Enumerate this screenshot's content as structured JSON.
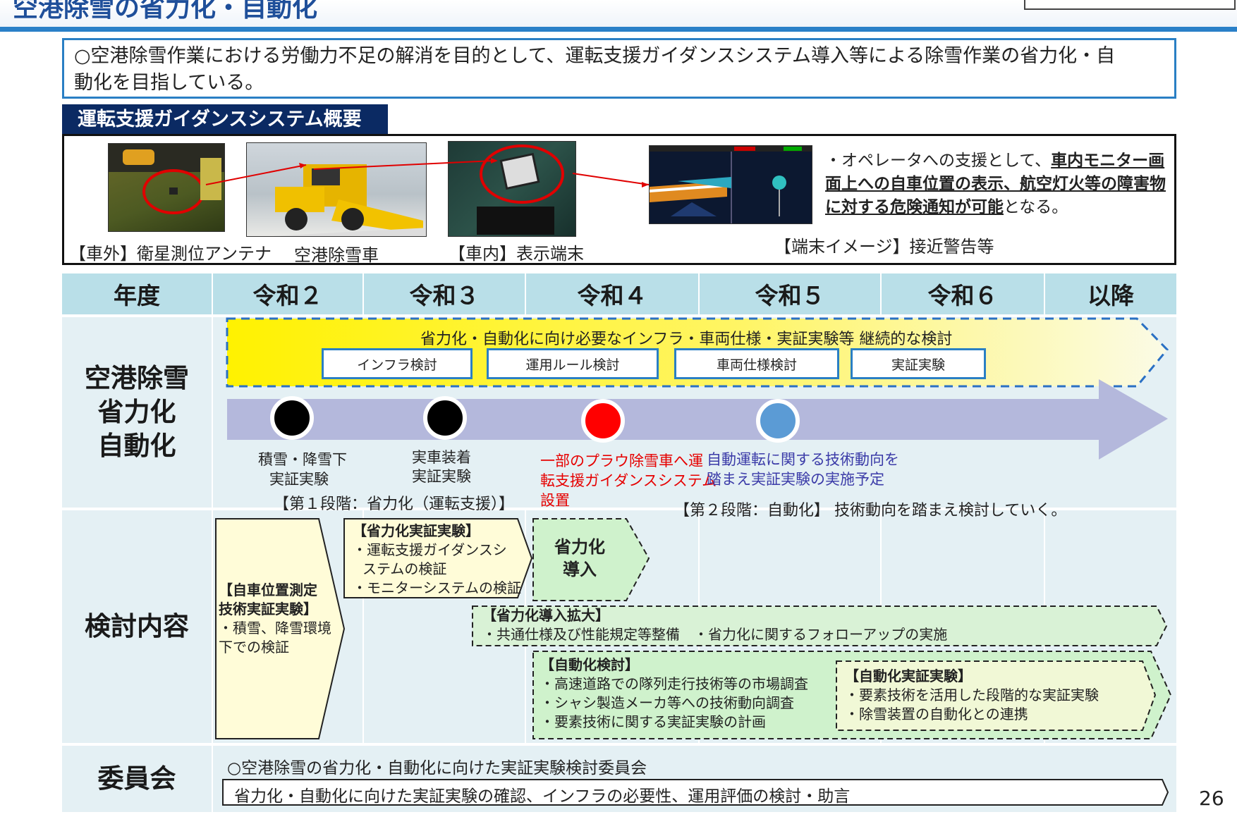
{
  "header": {
    "title": "空港除雪の省力化・自動化"
  },
  "intro": {
    "text_line1": "○空港除雪作業における労働力不足の解消を目的として、運転支援ガイダンスシステム導入等による除雪作業の省力化・自",
    "text_line2": "動化を目指している。"
  },
  "overview": {
    "tab_label": "運転支援ガイダンスシステム概要",
    "captions": [
      "【車外】衛星測位アンテナ",
      "空港除雪車",
      "【車内】表示端末",
      "【端末イメージ】接近警告等"
    ],
    "desc_prefix": "・オペレータへの支援として、",
    "desc_bold": "車内モニター画面上への自車位置の表示、航空灯火等の障害物に対する危険通知が可能",
    "desc_suffix": "となる。"
  },
  "table": {
    "headers": [
      "年度",
      "令和２",
      "令和３",
      "令和４",
      "令和５",
      "令和６",
      "以降"
    ],
    "row1_label": [
      "空港除雪",
      "省力化",
      "自動化"
    ],
    "row2_label": "検討内容",
    "row3_label": "委員会"
  },
  "row1": {
    "continuous_label": "省力化・自動化に向け必要なインフラ・車両仕様・実証実験等 継続的な検討",
    "sub_boxes": [
      "インフラ検討",
      "運用ルール検討",
      "車両仕様検討",
      "実証実験"
    ],
    "m1": [
      "積雪・降雪下",
      "実証実験"
    ],
    "m2": [
      "実車装着",
      "実証実験"
    ],
    "m3": [
      "一部のプラウ除雪車へ運",
      "転支援ガイダンスシステム",
      "設置"
    ],
    "m4": [
      "自動運転に関する技術動向を",
      "踏まえ実証実験の実施予定"
    ],
    "stage1": "【第１段階：省力化（運転支援）】",
    "stage2": "【第２段階：自動化】 技術動向を踏まえ検討していく。",
    "colors": {
      "black": "#000000",
      "red": "#ff0000",
      "blue": "#5b9bd5",
      "arrow": "#b4b8dc",
      "red_text": "#e60000",
      "blue_text": "#3b3ba8"
    }
  },
  "row2": {
    "b1_title": "【自車位置測定技術実証実験】",
    "b1_title_l1": "【自車位置測定",
    "b1_title_l2": "技術実証実験】",
    "b1_body_l1": "・積雪、降雪環境",
    "b1_body_l2": "下での検証",
    "b2_title": "【省力化実証実験】",
    "b2_l1": "・運転支援ガイダンスシ",
    "b2_l2": "ステムの検証",
    "b2_l3": "・モニターシステムの検証",
    "b3_l1": "省力化",
    "b3_l2": "導入",
    "b4_title": "【省力化導入拡大】",
    "b4_body": "・共通仕様及び性能規定等整備　・省力化に関するフォローアップの実施",
    "b5_title": "【自動化検討】",
    "b5_l1": "・高速道路での隊列走行技術等の市場調査",
    "b5_l2": "・シャシ製造メーカ等への技術動向調査",
    "b5_l3": "・要素技術に関する実証実験の計画",
    "b6_title": "【自動化実証実験】",
    "b6_l1": "・要素技術を活用した段階的な実証実験",
    "b6_l2": "・除雪装置の自動化との連携"
  },
  "row3": {
    "committee": "○空港除雪の省力化・自動化に向けた実証実験検討委員会",
    "arrow_text": "省力化・自動化に向けた実証実験の確認、インフラの必要性、運用評価の検討・助言"
  },
  "page_number": "26"
}
